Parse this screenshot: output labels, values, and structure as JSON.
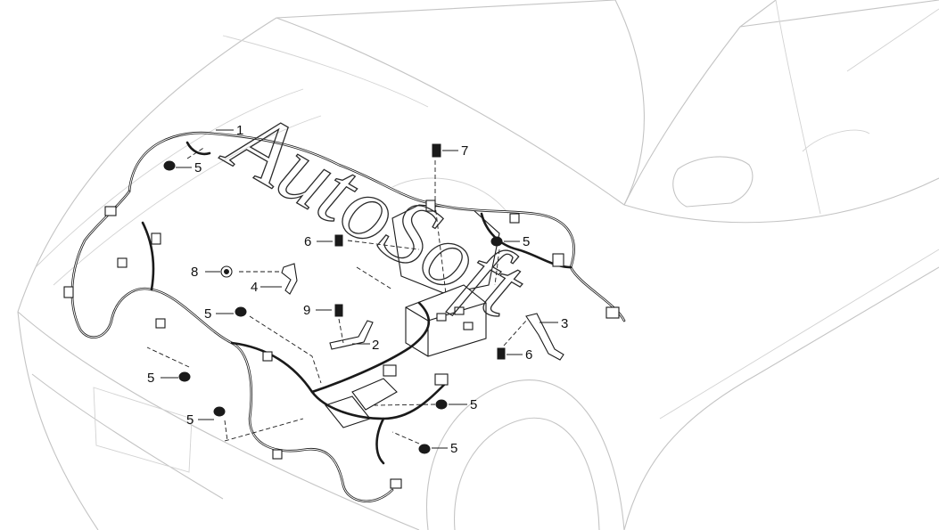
{
  "diagram": {
    "watermark": "AutoSoft",
    "callouts": [
      {
        "id": "c1",
        "label": "1"
      },
      {
        "id": "c2",
        "label": "2"
      },
      {
        "id": "c3",
        "label": "3"
      },
      {
        "id": "c4",
        "label": "4"
      },
      {
        "id": "c5a",
        "label": "5"
      },
      {
        "id": "c5b",
        "label": "5"
      },
      {
        "id": "c5c",
        "label": "5"
      },
      {
        "id": "c5d",
        "label": "5"
      },
      {
        "id": "c5e",
        "label": "5"
      },
      {
        "id": "c5f",
        "label": "5"
      },
      {
        "id": "c5g",
        "label": "5"
      },
      {
        "id": "c6a",
        "label": "6"
      },
      {
        "id": "c6b",
        "label": "6"
      },
      {
        "id": "c7",
        "label": "7"
      },
      {
        "id": "c8",
        "label": "8"
      },
      {
        "id": "c9",
        "label": "9"
      }
    ]
  }
}
